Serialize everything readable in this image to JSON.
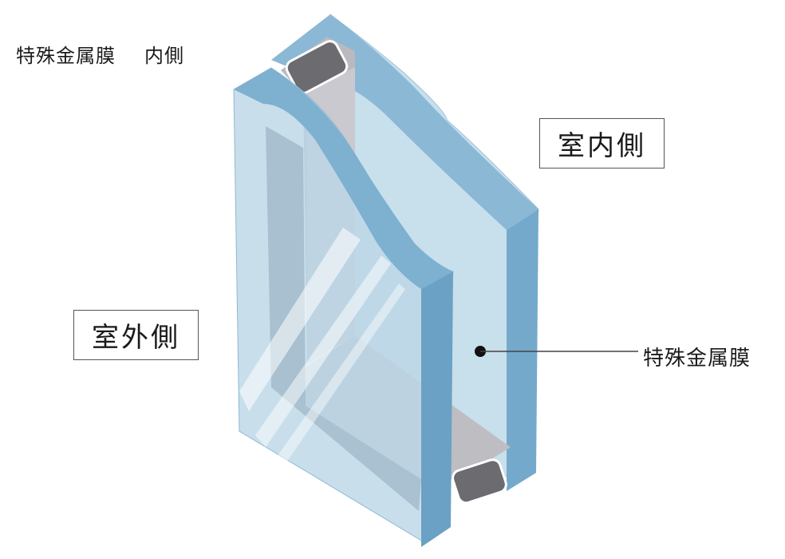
{
  "labels": {
    "film_inner_a": "特殊金属膜",
    "film_inner_b": "内側",
    "indoor": "室内側",
    "outdoor": "室外側",
    "film": "特殊金属膜"
  },
  "colors": {
    "glass_face": "#c3dbea",
    "glass_face_light": "#d6e8f2",
    "glass_edge": "#6fa3c6",
    "glass_top": "#8ab7d4",
    "spacer_dark": "#4f5c66",
    "spacer_grey": "#b8b8bd",
    "desiccant": "#6b6b70",
    "leader": "#444444"
  }
}
